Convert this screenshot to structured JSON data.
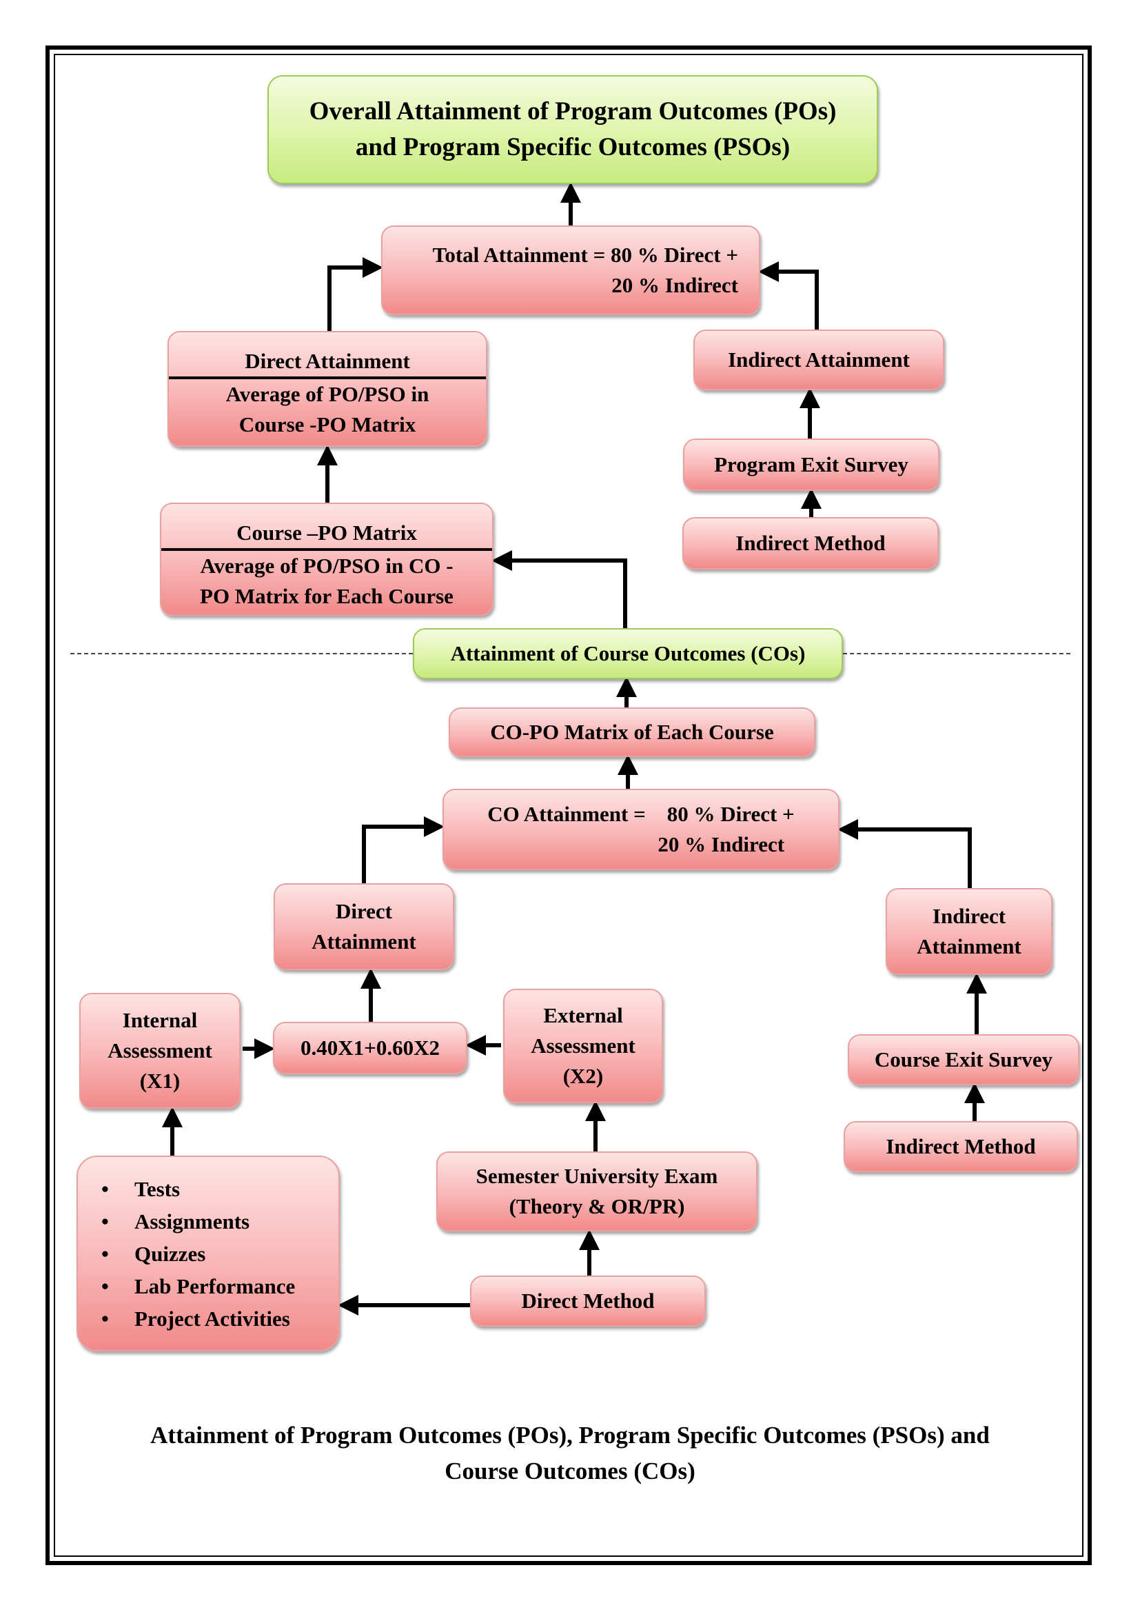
{
  "diagram": {
    "overall": [
      "Overall Attainment of Program Outcomes (POs)",
      "and Program Specific Outcomes (PSOs)"
    ],
    "total_attainment": [
      "Total Attainment = 80 % Direct +",
      "20 % Indirect"
    ],
    "direct_top": {
      "title": "Direct Attainment",
      "body": [
        "Average of PO/PSO in",
        "Course -PO Matrix"
      ]
    },
    "indirect_top": "Indirect Attainment",
    "program_exit_survey": "Program Exit Survey",
    "indirect_method_top": "Indirect Method",
    "course_po_matrix": {
      "title": "Course –PO Matrix",
      "body": [
        "Average of PO/PSO in CO -",
        "PO Matrix for Each Course"
      ]
    },
    "attainment_cos": "Attainment of Course Outcomes (COs)",
    "co_po_matrix": "CO-PO Matrix of Each Course",
    "co_attainment": [
      "CO Attainment =    80 % Direct +",
      "                              20 % Indirect"
    ],
    "direct_bottom": [
      "Direct",
      "Attainment"
    ],
    "indirect_bottom": [
      "Indirect",
      "Attainment"
    ],
    "internal": [
      "Internal",
      "Assessment",
      "(X1)"
    ],
    "formula": "0.40X1+0.60X2",
    "external": [
      "External",
      "Assessment",
      "(X2)"
    ],
    "course_exit_survey": "Course Exit Survey",
    "indirect_method_bottom": "Indirect Method",
    "semester_exam": [
      "Semester University Exam",
      "(Theory & OR/PR)"
    ],
    "direct_method": "Direct Method",
    "internal_items": [
      "Tests",
      "Assignments",
      "Quizzes",
      "Lab Performance",
      "Project Activities"
    ]
  },
  "caption": [
    "Attainment of Program Outcomes (POs), Program Specific Outcomes (PSOs) and",
    "Course Outcomes (COs)"
  ],
  "colors": {
    "box_fill": "#f9b6b6",
    "green_fill": "#def4a9",
    "arrow": "#000000"
  }
}
